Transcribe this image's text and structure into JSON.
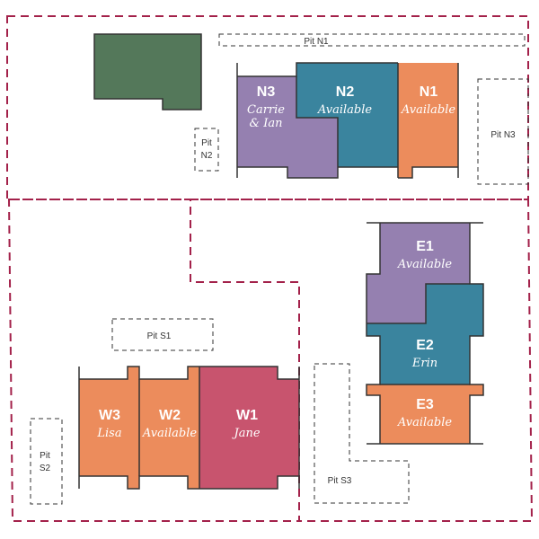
{
  "colors": {
    "boundary": "#a3214a",
    "green": "#54785a",
    "purple": "#9580b0",
    "teal": "#3a849e",
    "orange": "#ec8c5c",
    "crimson": "#c8546e",
    "outline": "#333333"
  },
  "pits": {
    "n1": "Pit N1",
    "n2_line1": "Pit",
    "n2_line2": "N2",
    "n3": "Pit N3",
    "s1": "Pit S1",
    "s2_line1": "Pit",
    "s2_line2": "S2",
    "s3": "Pit S3"
  },
  "units": {
    "n3": {
      "id": "N3",
      "line1": "Carrie",
      "line2": "& Ian",
      "color": "purple"
    },
    "n2": {
      "id": "N2",
      "status": "Available",
      "color": "teal"
    },
    "n1": {
      "id": "N1",
      "status": "Available",
      "color": "orange"
    },
    "e1": {
      "id": "E1",
      "status": "Available",
      "color": "purple"
    },
    "e2": {
      "id": "E2",
      "status": "Erin",
      "color": "teal"
    },
    "e3": {
      "id": "E3",
      "status": "Available",
      "color": "orange"
    },
    "w3": {
      "id": "W3",
      "status": "Lisa",
      "color": "orange"
    },
    "w2": {
      "id": "W2",
      "status": "Available",
      "color": "orange"
    },
    "w1": {
      "id": "W1",
      "status": "Jane",
      "color": "crimson"
    }
  }
}
